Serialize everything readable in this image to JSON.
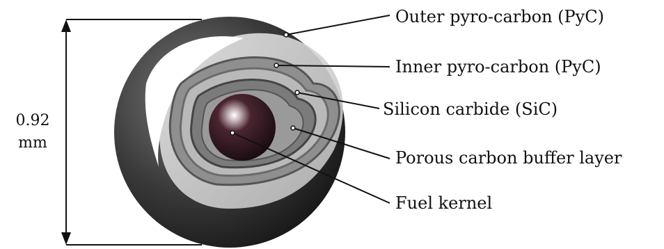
{
  "diagram": {
    "dimension": {
      "value": "0.92",
      "unit": "mm"
    },
    "labels": [
      "Outer pyro-carbon (PyC)",
      "Inner pyro-carbon (PyC)",
      "Silicon carbide (SiC)",
      "Porous carbon buffer layer",
      "Fuel kernel"
    ]
  }
}
